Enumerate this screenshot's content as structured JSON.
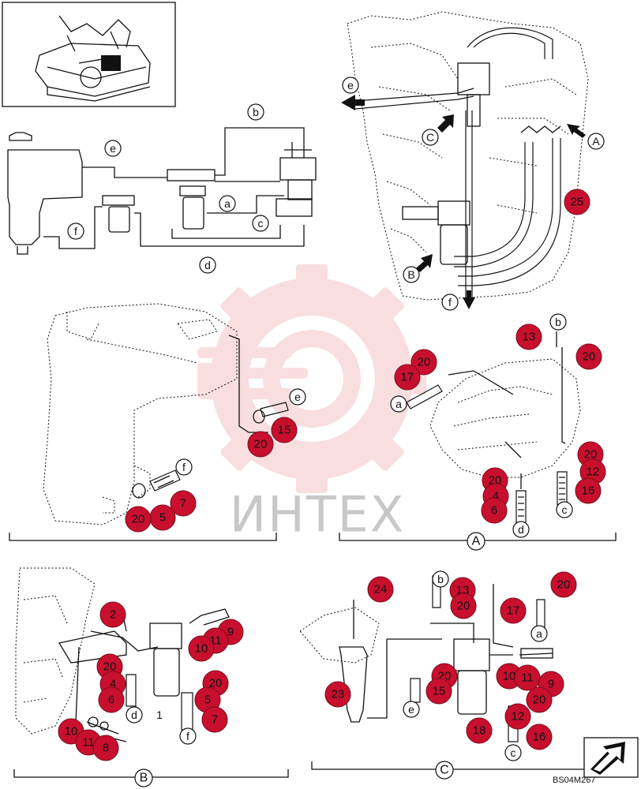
{
  "watermark": {
    "text": "ИНТЕХ",
    "gear_color": "#f2b7b7"
  },
  "colors": {
    "callout_fill": "#c8102e",
    "line": "#111111"
  },
  "schematic": {
    "letters": [
      "e",
      "b",
      "a",
      "c",
      "d",
      "f"
    ]
  },
  "main_view": {
    "letters": [
      "e",
      "C",
      "A",
      "B",
      "f"
    ],
    "callouts": [
      "25"
    ]
  },
  "tank_view": {
    "letters": [
      "e",
      "f"
    ],
    "callouts": [
      "15",
      "20",
      "7",
      "5",
      "20"
    ]
  },
  "view_a": {
    "caption": "A",
    "letters": [
      "b",
      "a",
      "c",
      "d"
    ],
    "callouts": [
      "13",
      "20",
      "20",
      "17",
      "20",
      "12",
      "16",
      "20",
      "4",
      "6"
    ]
  },
  "view_b": {
    "caption": "B",
    "letters": [
      "d",
      "f"
    ],
    "part_label": "1",
    "callouts": [
      "2",
      "9",
      "11",
      "10",
      "20",
      "4",
      "6",
      "20",
      "5",
      "7",
      "10",
      "11",
      "8"
    ]
  },
  "view_c": {
    "caption": "C",
    "letters": [
      "b",
      "a",
      "e",
      "c"
    ],
    "callouts": [
      "24",
      "13",
      "20",
      "20",
      "17",
      "20",
      "15",
      "10",
      "11",
      "9",
      "23",
      "20",
      "12",
      "18",
      "16"
    ]
  },
  "footer": {
    "code": "BS04M267",
    "nav_icon": "next-page-arrow-icon"
  }
}
